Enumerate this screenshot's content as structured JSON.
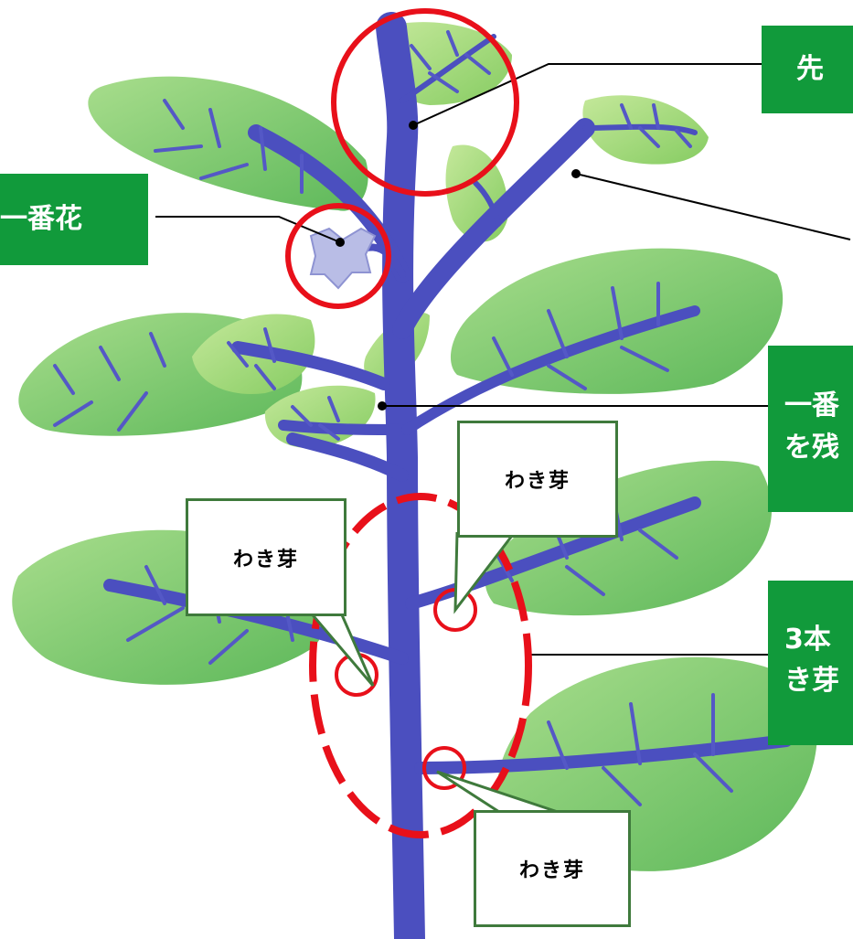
{
  "labels": {
    "sentan": "先",
    "ichibanka": "一番花",
    "ichiban_line1": "一番",
    "ichiban_line2": "を残",
    "sanbon_line1": "3本",
    "sanbon_line2": "き芽"
  },
  "callouts": {
    "wakime_left": "わき芽",
    "wakime_right": "わき芽",
    "wakime_bottom": "わき芽"
  },
  "colors": {
    "label_bg": "#119a3b",
    "stem": "#4b4fbf",
    "leaf": "#6cc46a",
    "leaf_light": "#9fd878",
    "highlight": "#e8101a"
  }
}
